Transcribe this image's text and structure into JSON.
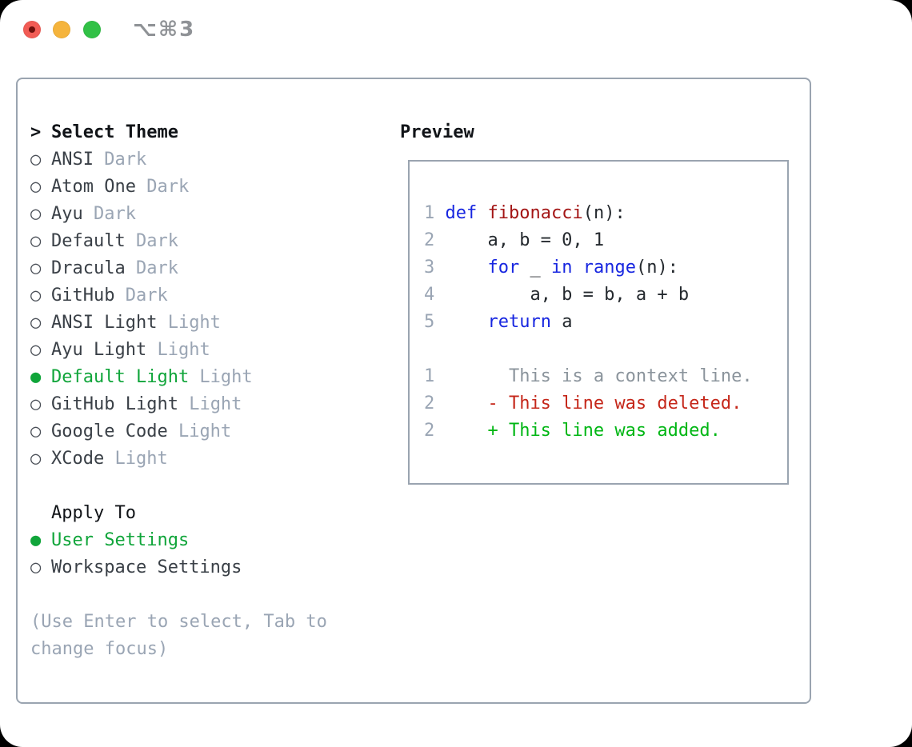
{
  "window": {
    "title": "⌥⌘3"
  },
  "theme_panel": {
    "header": {
      "marker": ">",
      "label": "Select Theme"
    },
    "marker_selected": "●",
    "marker_unselected": "○",
    "items": [
      {
        "label": "ANSI",
        "tag": "Dark",
        "selected": false
      },
      {
        "label": "Atom One",
        "tag": "Dark",
        "selected": false
      },
      {
        "label": "Ayu",
        "tag": "Dark",
        "selected": false
      },
      {
        "label": "Default",
        "tag": "Dark",
        "selected": false
      },
      {
        "label": "Dracula",
        "tag": "Dark",
        "selected": false
      },
      {
        "label": "GitHub",
        "tag": "Dark",
        "selected": false
      },
      {
        "label": "ANSI Light",
        "tag": "Light",
        "selected": false
      },
      {
        "label": "Ayu Light",
        "tag": "Light",
        "selected": false
      },
      {
        "label": "Default Light",
        "tag": "Light",
        "selected": true
      },
      {
        "label": "GitHub Light",
        "tag": "Light",
        "selected": false
      },
      {
        "label": "Google Code",
        "tag": "Light",
        "selected": false
      },
      {
        "label": "XCode",
        "tag": "Light",
        "selected": false
      }
    ],
    "apply_to": {
      "header": "Apply To",
      "options": [
        {
          "label": "User Settings",
          "selected": true
        },
        {
          "label": "Workspace Settings",
          "selected": false
        }
      ]
    },
    "hint": "(Use Enter to select, Tab to change focus)"
  },
  "preview": {
    "header": "Preview",
    "code_lines": [
      {
        "num": "1",
        "segs": [
          {
            "t": " ",
            "c": "plain"
          },
          {
            "t": "def",
            "c": "keyword"
          },
          {
            "t": " ",
            "c": "plain"
          },
          {
            "t": "fibonacci",
            "c": "function"
          },
          {
            "t": "(n):",
            "c": "plain"
          }
        ]
      },
      {
        "num": "2",
        "segs": [
          {
            "t": "     a, b = 0, 1",
            "c": "plain"
          }
        ]
      },
      {
        "num": "3",
        "segs": [
          {
            "t": "     ",
            "c": "plain"
          },
          {
            "t": "for",
            "c": "keyword"
          },
          {
            "t": " _ ",
            "c": "plain"
          },
          {
            "t": "in",
            "c": "keyword"
          },
          {
            "t": " ",
            "c": "plain"
          },
          {
            "t": "range",
            "c": "keyword"
          },
          {
            "t": "(n):",
            "c": "plain"
          }
        ]
      },
      {
        "num": "4",
        "segs": [
          {
            "t": "         a, b = b, a + b",
            "c": "plain"
          }
        ]
      },
      {
        "num": "5",
        "segs": [
          {
            "t": "     ",
            "c": "plain"
          },
          {
            "t": "return",
            "c": "keyword"
          },
          {
            "t": " a",
            "c": "plain"
          }
        ]
      },
      {
        "num": "",
        "segs": []
      },
      {
        "num": "1",
        "segs": [
          {
            "t": "       This is a context line.",
            "c": "context"
          }
        ]
      },
      {
        "num": "2",
        "segs": [
          {
            "t": "     - This line was deleted.",
            "c": "deleted"
          }
        ]
      },
      {
        "num": "2",
        "segs": [
          {
            "t": "     + This line was added.",
            "c": "added"
          }
        ]
      }
    ]
  },
  "colors": {
    "keyword": "#1726e0",
    "function": "#a31515",
    "plain": "#24292e",
    "context": "#8b949c",
    "deleted": "#c5271a",
    "added": "#00b614",
    "lineno": "#9aa5b4",
    "selected": "#10a53a",
    "label": "#3a4047",
    "tag": "#9aa5b4",
    "hint": "#9aa5b4",
    "border": "#9aa4b0",
    "header": "#111418",
    "title": "#8f9296",
    "tl-red": "#f25c55",
    "tl-red-dot": "#6f100c",
    "tl-yellow": "#f5b43c",
    "tl-green": "#31c146"
  }
}
